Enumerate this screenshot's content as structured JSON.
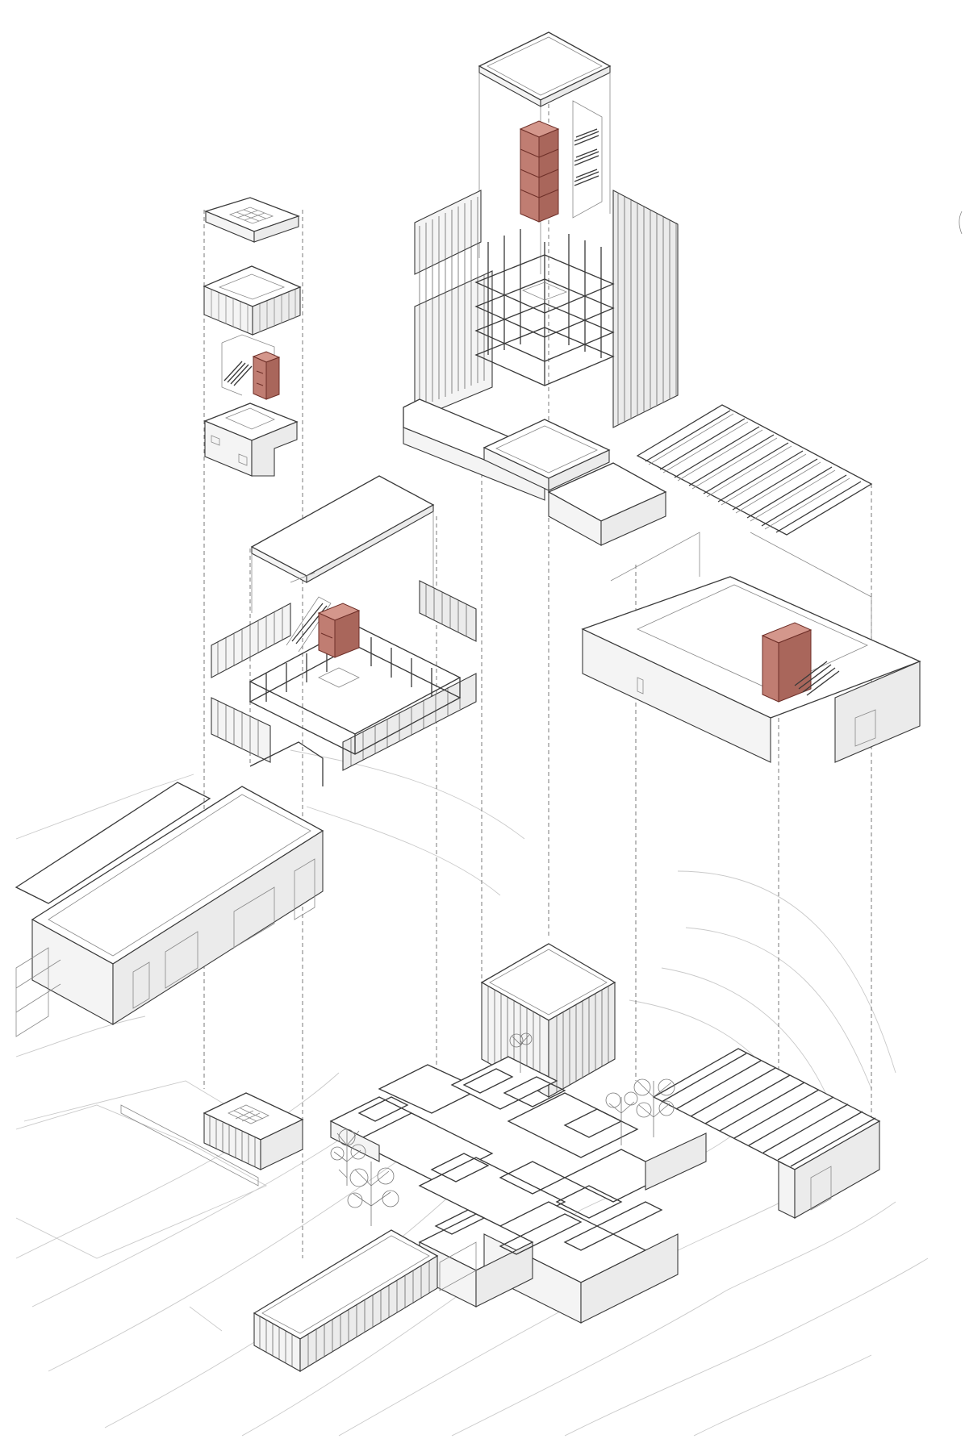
{
  "colors": {
    "core": "#c07d72",
    "core_dark": "#a9665b",
    "core_light": "#d4978c",
    "line": "#3a3a3a",
    "topo": "#c9c9c9",
    "background": "#ffffff"
  },
  "components": [
    {
      "name": "small-pavilion-exploded"
    },
    {
      "name": "tower-exploded"
    },
    {
      "name": "hall-exploded"
    },
    {
      "name": "sawtooth-building-exploded"
    },
    {
      "name": "site-ground-assembly"
    }
  ]
}
